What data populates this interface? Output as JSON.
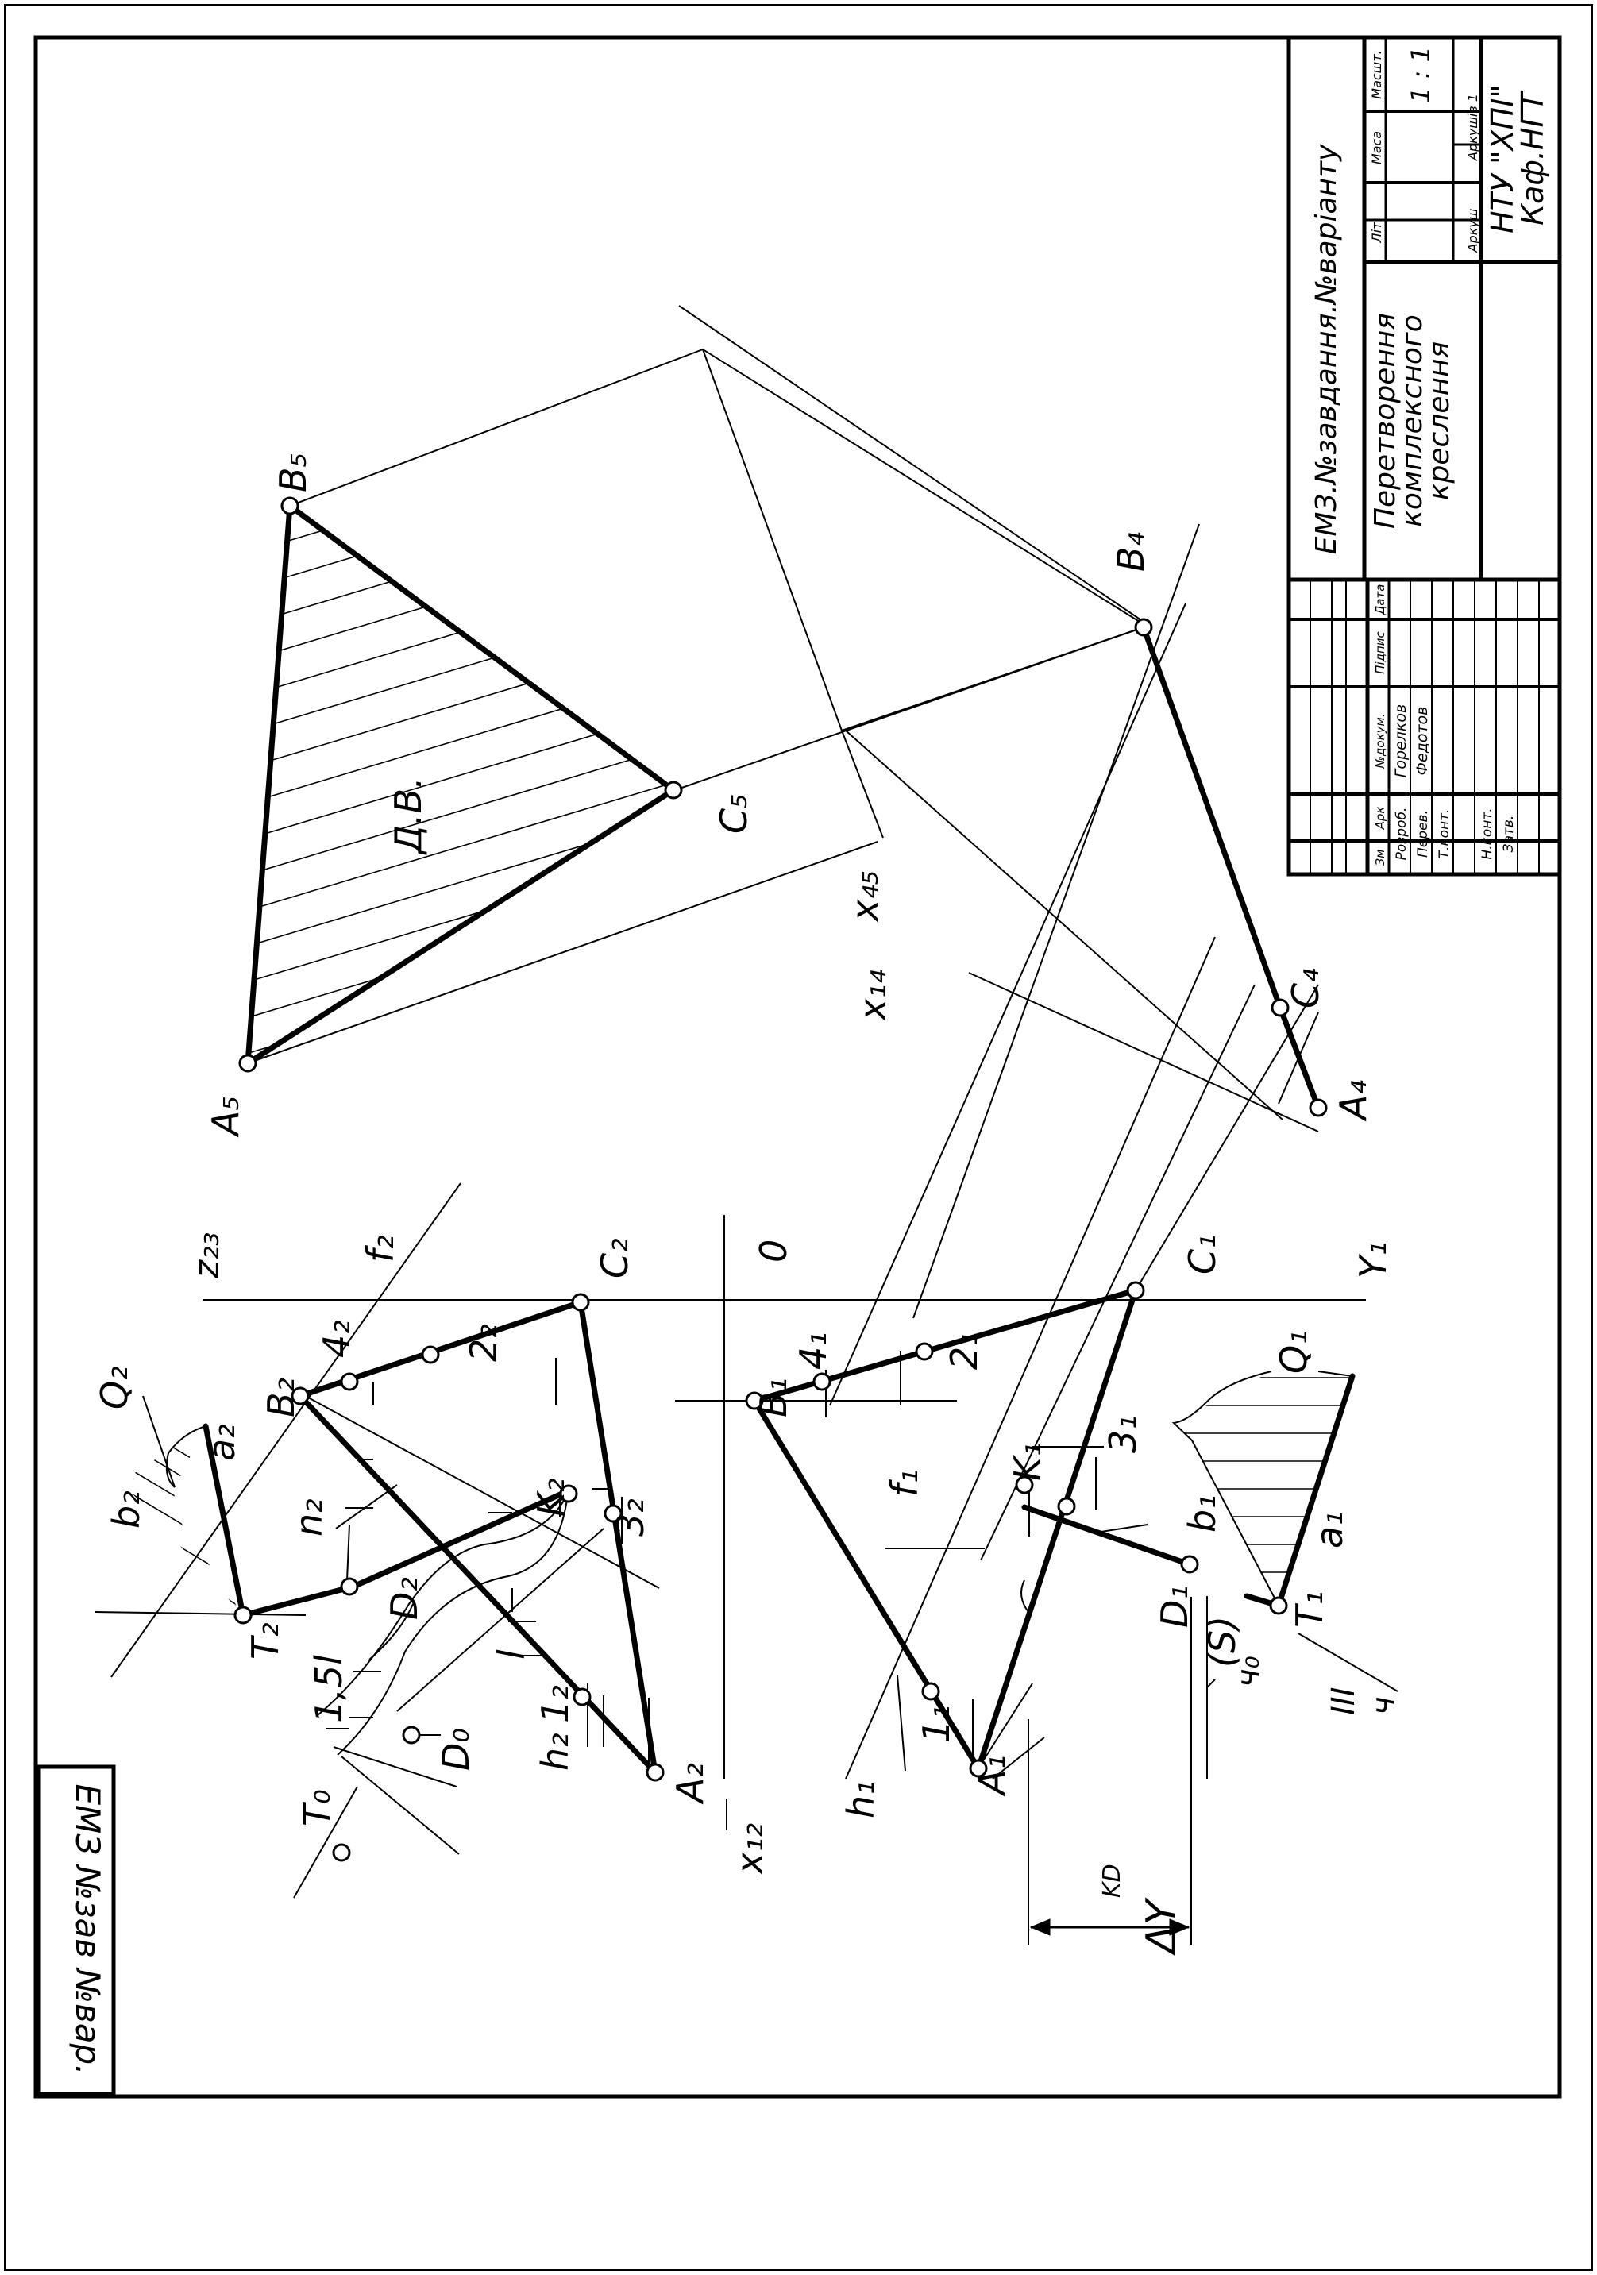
{
  "sheet": {
    "stamp_code": "ЕМЗ №зав №вар."
  },
  "title_block": {
    "designation": "ЕМЗ.№завдання.№варіанту",
    "title_lines": [
      "Перетворення",
      "комплексного",
      "креслення"
    ],
    "org_lines": [
      "НТУ \"ХПІ\"",
      "Каф.НГТ"
    ],
    "scale_value": "1 : 1",
    "headers": {
      "lit": "Літ.",
      "mass": "Маса",
      "scale": "Масшт."
    },
    "sheet_label": "Аркуш",
    "sheets_label": "Аркушів 1",
    "columns": [
      "Зм",
      "Арк",
      "№докум.",
      "Підпис",
      "Дата"
    ],
    "roles": [
      {
        "role": "Розроб.",
        "name": "Горелков"
      },
      {
        "role": "Перев.",
        "name": "Федотов"
      },
      {
        "role": "Т.конт.",
        "name": ""
      },
      {
        "role": "",
        "name": ""
      },
      {
        "role": "Н.конт.",
        "name": ""
      },
      {
        "role": "Затв.",
        "name": ""
      }
    ]
  },
  "labels": {
    "T0": "T₀",
    "x12": "x₁₂",
    "h2": "h₂",
    "A2": "A₂",
    "D0": "D₀",
    "one2": "1₂",
    "onepoint5l": "1,5l",
    "T2": "T₂",
    "l": "l",
    "D2": "D₂",
    "n2": "n₂",
    "K2": "K₂",
    "three2": "3₂",
    "b2": "b₂",
    "a2": "a₂",
    "Q2": "Q₂",
    "B2": "B₂",
    "four2": "4₂",
    "two2": "2₂",
    "f2": "f₂",
    "C2": "C₂",
    "z23": "z₂₃",
    "O": "0",
    "h1": "h₁",
    "A1": "A₁",
    "one1": "1₁",
    "B1": "B₁",
    "four1": "4₁",
    "two1": "2₁",
    "f1": "f₁",
    "K1": "K₁",
    "three1": "3₁",
    "b1": "b₁",
    "D1": "D₁",
    "T1": "T₁",
    "a1": "a₁",
    "Q1": "Q₁",
    "C1": "C₁",
    "Y1": "Y₁",
    "S": "(S)",
    "ch0": "ч₀",
    "ch": "ч",
    "III": "III",
    "dYKD": "ΔY",
    "dYKD_sub": "KD",
    "A4": "A₄",
    "C4": "C₄",
    "B4": "B₄",
    "x14": "x₁₄",
    "x45": "x₄₅",
    "A5": "A₅",
    "B5": "B₅",
    "C5": "C₅",
    "DV": "Д.В."
  },
  "colors": {
    "ink": "#000000",
    "paper": "#ffffff"
  }
}
